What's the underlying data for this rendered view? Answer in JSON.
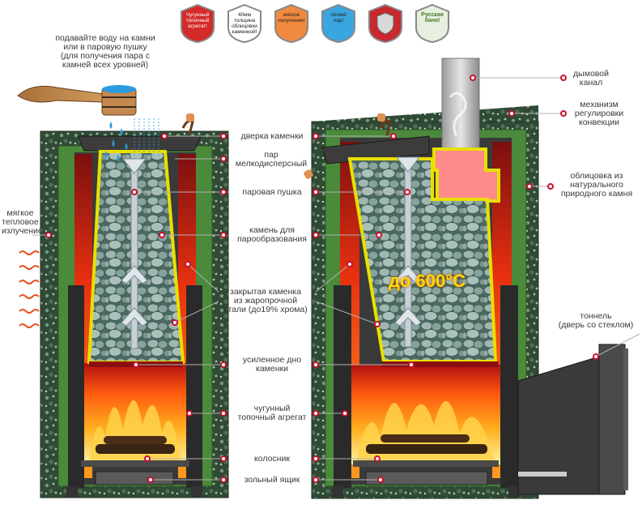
{
  "badges": [
    {
      "text": "Чугунный\nтопочный\nагрегат!",
      "color": "#d42a2a",
      "white": true
    },
    {
      "text": "40мм\nтолщина\nоблицовки\nкаменной!",
      "color": "#ffffff",
      "white": false
    },
    {
      "text": "мягкое\nизлучение!",
      "color": "#f08a40",
      "white": false
    },
    {
      "text": "лёгкий\nпар!",
      "color": "#3aa6e0",
      "white": false
    },
    {
      "text": "",
      "color": "#c8282e",
      "white": true
    },
    {
      "text": "Русская\nбаня!",
      "color": "#6a9a3a",
      "white": false
    }
  ],
  "labels": {
    "water_hint": "подавайте воду на камни\nили в паровую пушку\n(для получения пара с\nкамней всех уровней)",
    "soft_heat": "мягкое\nтепловое\nизлучение",
    "stone_door": "дверка каменки",
    "fine_steam": "пар\nмелкодисперсный",
    "steam_gun": "паровая пушка",
    "stones": "камень для\nпарообразования",
    "closed_heater": "закрытая каменка\nиз жаропрочной\nстали (до19% хрома)",
    "bottom": "усиленное дно\nкаменки",
    "cast_iron": "чугунный\nтопочный агрегат",
    "grate": "колосник",
    "ash_box": "зольный ящик",
    "chimney": "дымовой\nканал",
    "convection": "механизм\nрегулировки\nконвекции",
    "cladding": "облицовка из\nнатурального\nприродного камня",
    "tunnel": "тоннель\n(дверь со стеклом)",
    "temperature": "до 600°C"
  },
  "colors": {
    "stone_cladding": "#2f4a35",
    "steel_green": "#4a8a3a",
    "heater_outline": "#e8e000",
    "fire": "#ff7a10",
    "ember_red": "#c81818",
    "steam_blue": "#2d9be0",
    "label_dot": "#c8102e",
    "leader": "#b0b0b0"
  }
}
